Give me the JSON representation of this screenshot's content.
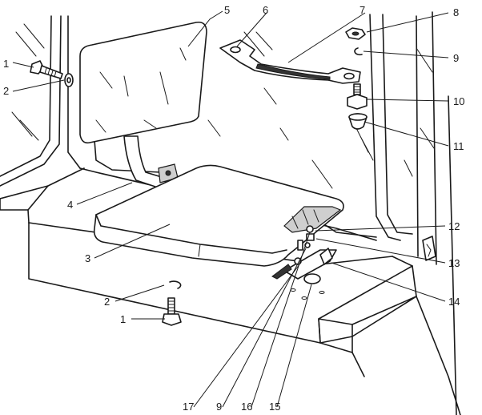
{
  "diagram": {
    "style": "line-art exploded assembly drawing",
    "colors": {
      "ink": "#1a1a1a",
      "paper": "#ffffff",
      "shade": "#cfcfcf"
    },
    "callouts": [
      {
        "id": "c1a",
        "label": "1"
      },
      {
        "id": "c2a",
        "label": "2"
      },
      {
        "id": "c4",
        "label": "4"
      },
      {
        "id": "c5",
        "label": "5"
      },
      {
        "id": "c6",
        "label": "6"
      },
      {
        "id": "c7",
        "label": "7"
      },
      {
        "id": "c8",
        "label": "8"
      },
      {
        "id": "c9a",
        "label": "9"
      },
      {
        "id": "c10",
        "label": "10"
      },
      {
        "id": "c11",
        "label": "11"
      },
      {
        "id": "c12",
        "label": "12"
      },
      {
        "id": "c13",
        "label": "13"
      },
      {
        "id": "c14",
        "label": "14"
      },
      {
        "id": "c3",
        "label": "3"
      },
      {
        "id": "c2b",
        "label": "2"
      },
      {
        "id": "c1b",
        "label": "1"
      },
      {
        "id": "c17",
        "label": "17"
      },
      {
        "id": "c9b",
        "label": "9"
      },
      {
        "id": "c16",
        "label": "16"
      },
      {
        "id": "c15",
        "label": "15"
      }
    ]
  }
}
